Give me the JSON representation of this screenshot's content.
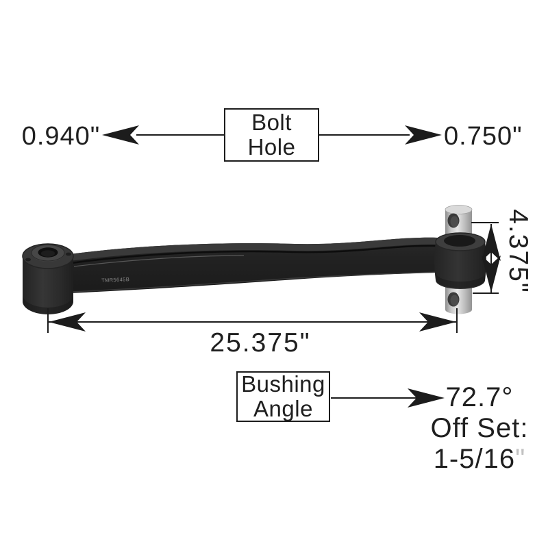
{
  "diagram": {
    "background_color": "#ffffff",
    "line_color": "#1c1c1c",
    "text_color": "#1f1f1f",
    "arm_color": "#212121",
    "pin_color": "#c9c9c9"
  },
  "bolt_hole_callout": {
    "box_label": [
      "Bolt",
      "Hole"
    ],
    "left_value": "0.940\"",
    "right_value": "0.750\""
  },
  "length_dimension": {
    "value": "25.375\""
  },
  "pin_height_dimension": {
    "value": "4.375\""
  },
  "bushing_angle_callout": {
    "box_label": [
      "Bushing",
      "Angle"
    ],
    "angle_value": "72.7°",
    "offset_label": "Off Set:",
    "offset_value": "1-5/16",
    "offset_unit_mark": "\""
  },
  "part": {
    "part_number": "TMR5645B"
  }
}
